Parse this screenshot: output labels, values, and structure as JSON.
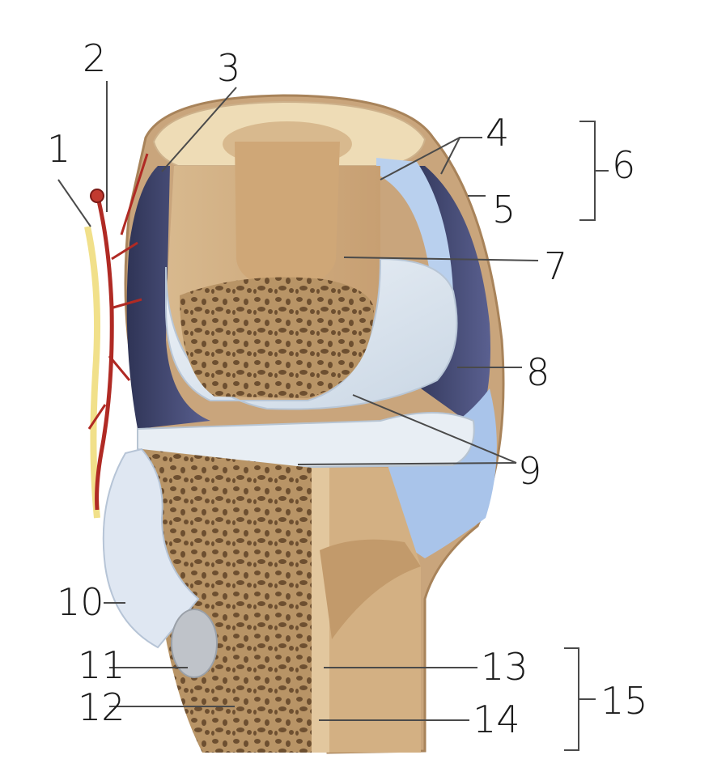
{
  "labels": [
    "1",
    "2",
    "3",
    "4",
    "5",
    "6",
    "7",
    "8",
    "9",
    "10",
    "11",
    "12",
    "13",
    "14",
    "15"
  ],
  "colors": {
    "capsule_outer": "#c9a57c",
    "synovial_cavity": "#3e4366",
    "membrane_blue": "#b9d0ee",
    "cartilage": "#dde6ef",
    "bone_cortical": "#d9bb8d",
    "spongy_bone": "#8b6a45",
    "artery": "#b02a24",
    "nerve": "#f1e08a"
  }
}
